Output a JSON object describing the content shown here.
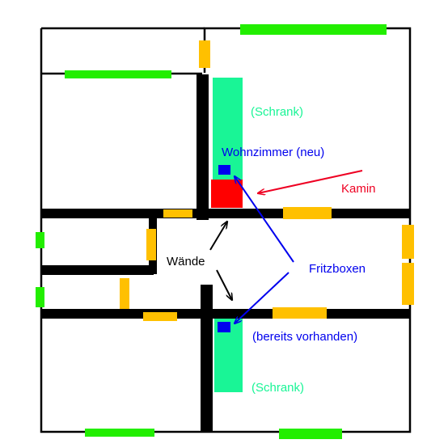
{
  "labels": {
    "schrank_top": "(Schrank)",
    "wohnzimmer": "Wohnzimmer (neu)",
    "kamin": "Kamin",
    "waende": "Wände",
    "fritzboxen": "Fritzboxen",
    "bereits_vorhanden": "(bereits vorhanden)",
    "schrank_bottom": "(Schrank)"
  },
  "colors": {
    "wall": "#000000",
    "window": "#22ee00",
    "door": "#ffc000",
    "cabinet": "#19f596",
    "fireplace": "#ff0000",
    "fritzbox": "#0000ee",
    "label_green": "#19f596",
    "label_blue": "#0000ee",
    "label_red": "#ee0022",
    "label_black": "#000000"
  }
}
